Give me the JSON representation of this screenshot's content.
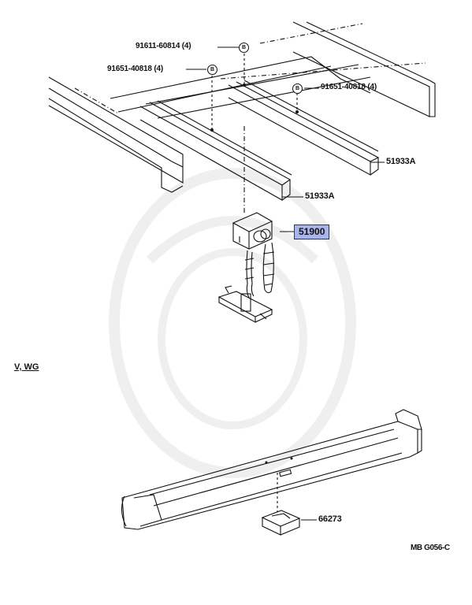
{
  "labels": {
    "bolt_upper": "91611-60814 (4)",
    "bolt_left": "91651-40818 (4)",
    "bolt_right": "91651-40818 (4)",
    "rail_right": "51933A",
    "rail_left": "51933A",
    "carrier": "51900",
    "bracket": "66273",
    "marker_b": "B"
  },
  "variant": "V, WG",
  "figure_code": "MB G056-C",
  "colors": {
    "highlight_fill": "#a8b4ea",
    "highlight_border": "#2a2f80",
    "line": "#111111"
  }
}
